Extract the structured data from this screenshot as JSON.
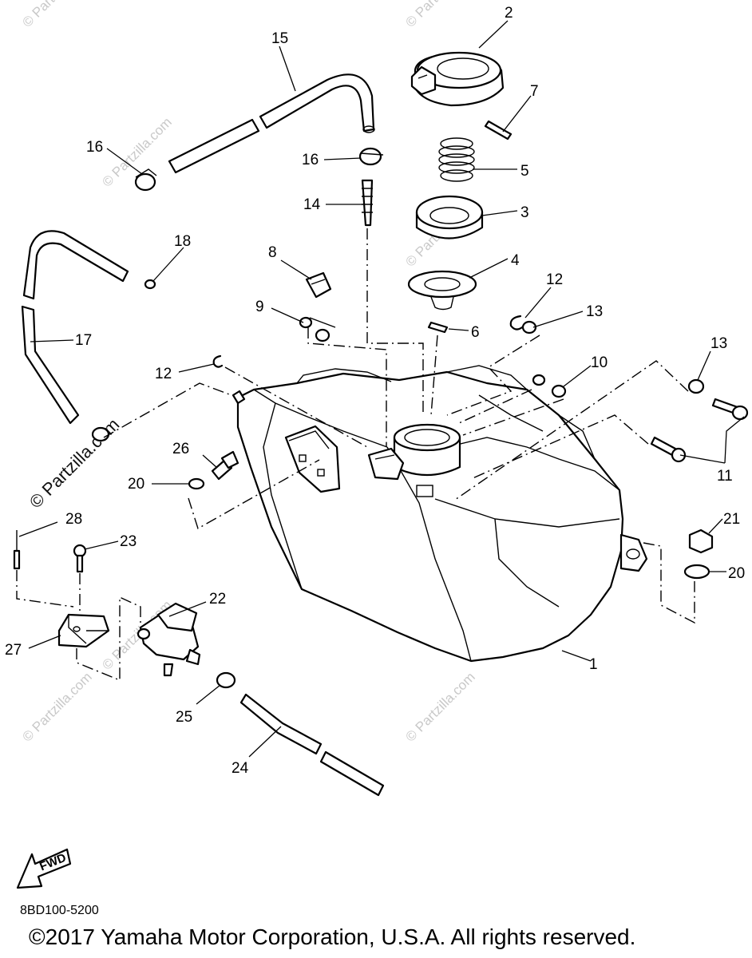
{
  "callouts": [
    "1",
    "2",
    "3",
    "4",
    "5",
    "6",
    "7",
    "8",
    "9",
    "10",
    "11",
    "12",
    "12",
    "13",
    "13",
    "14",
    "15",
    "16",
    "16",
    "17",
    "18",
    "20",
    "20",
    "21",
    "22",
    "23",
    "24",
    "25",
    "26",
    "27",
    "28"
  ],
  "watermark": {
    "repeat_text": "© Partzilla.com",
    "left_text": "© Partzilla.com"
  },
  "fwd_label": "FWD",
  "diagram_code": "8BD100-5200",
  "copyright": "©2017  Yamaha Motor Corporation, U.S.A. All rights reserved."
}
